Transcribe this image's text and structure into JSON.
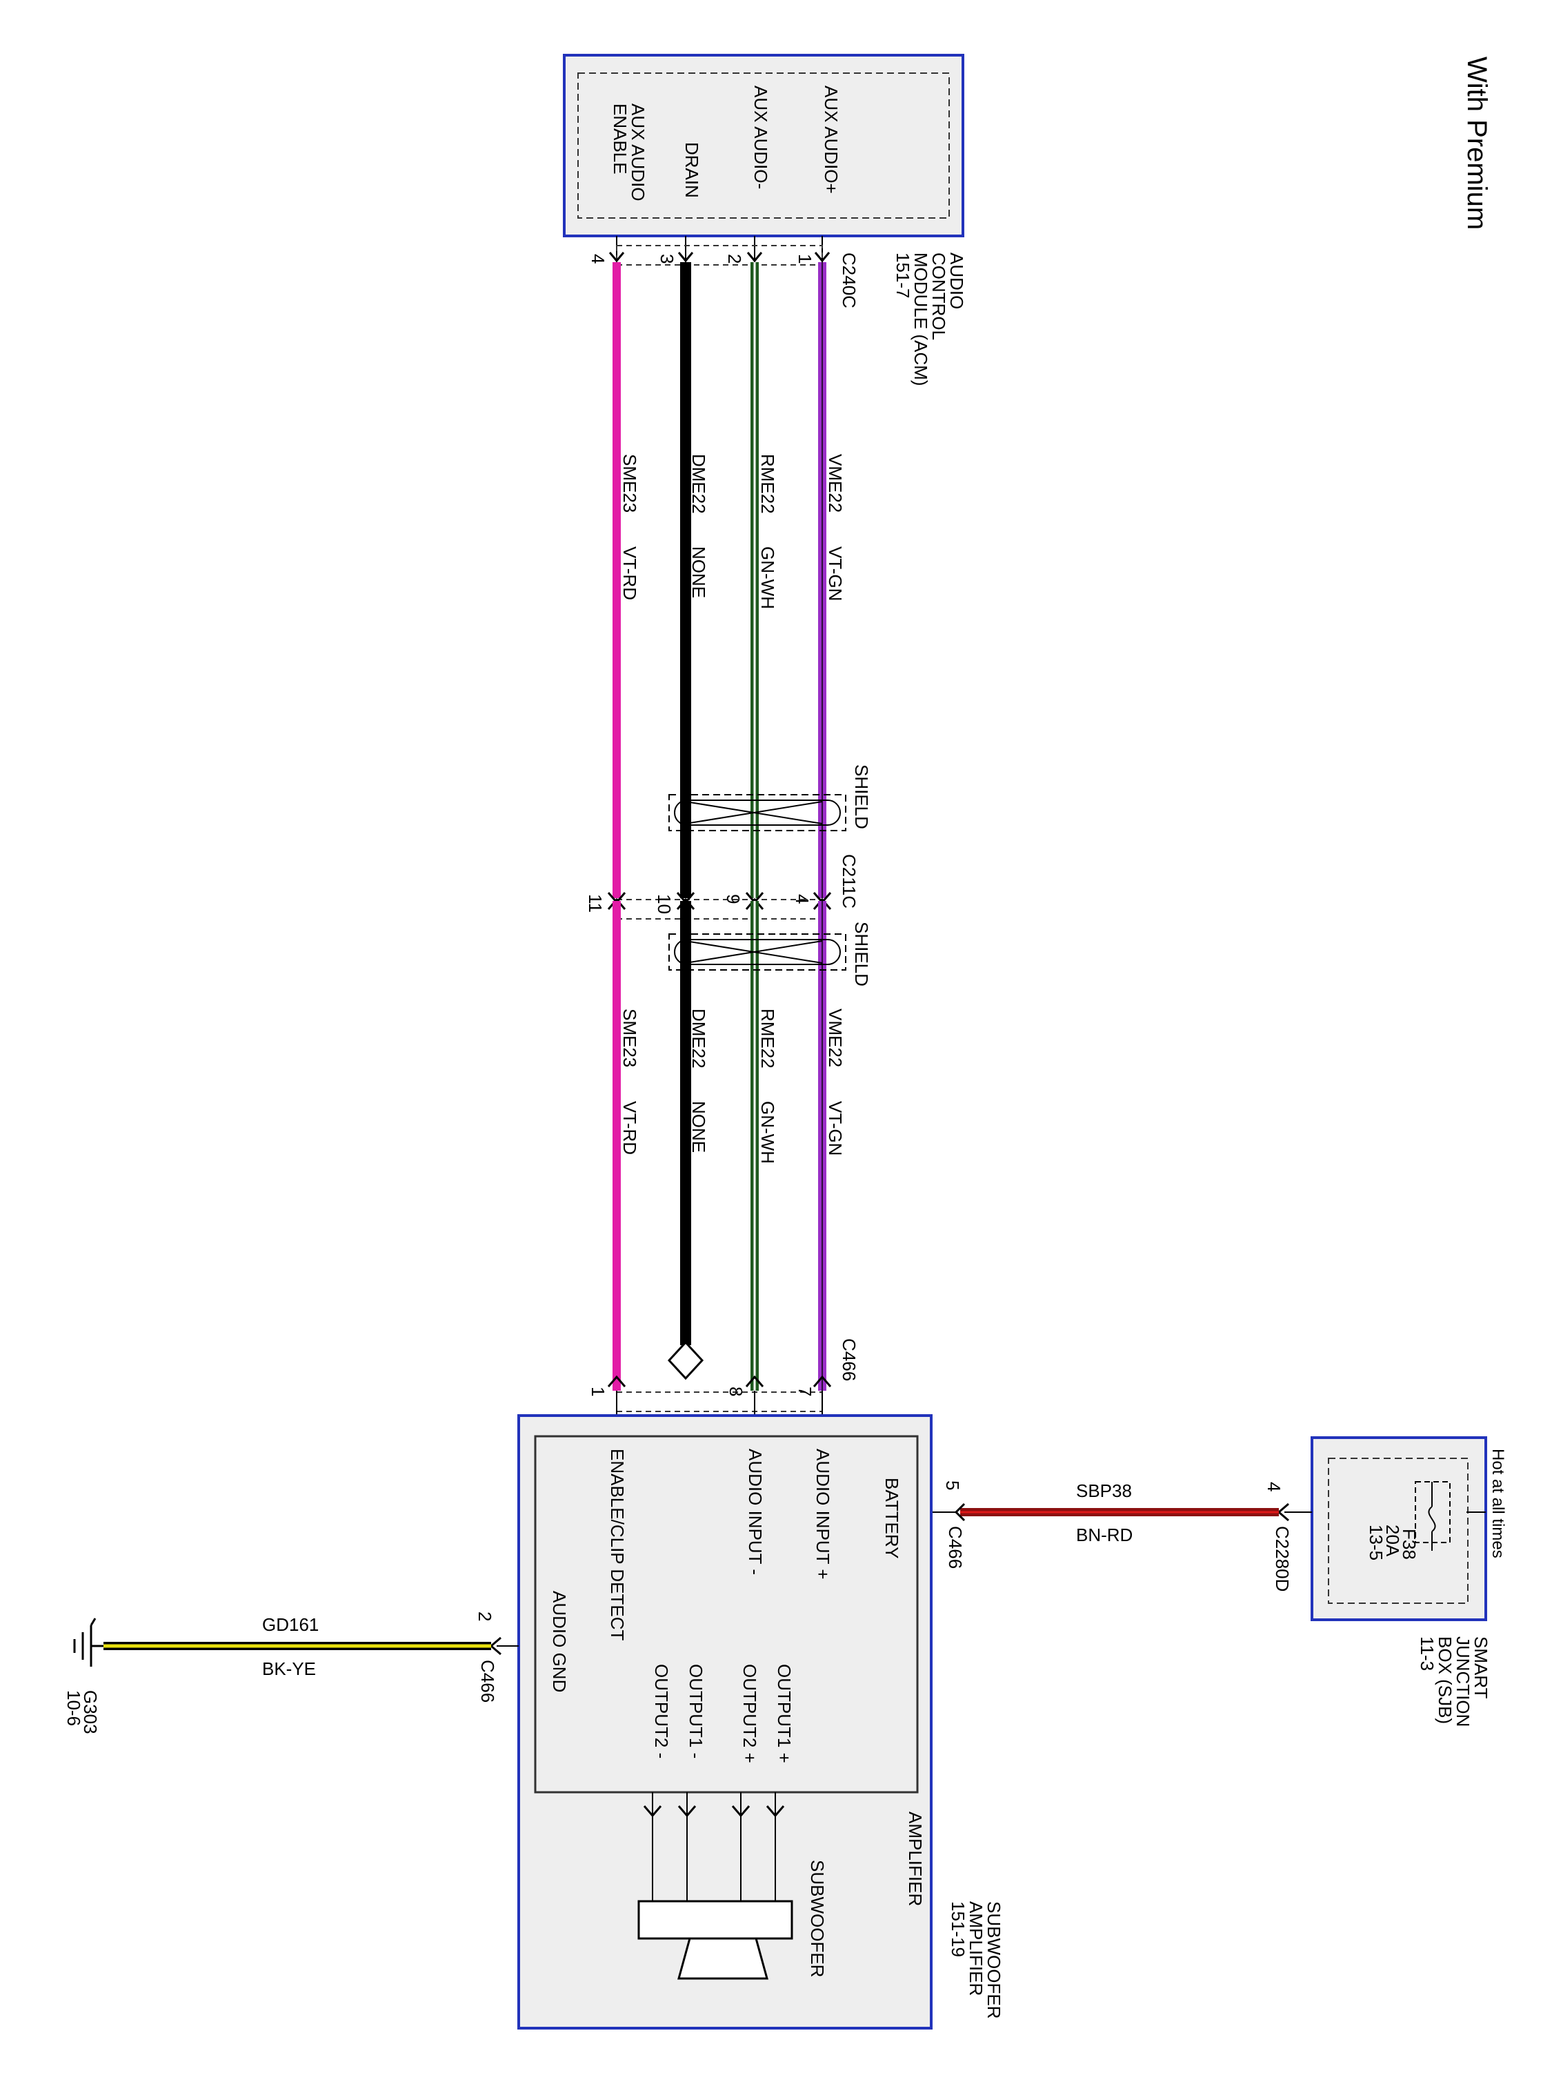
{
  "page_title": "With Premium",
  "colors": {
    "module_border": "#2233bb",
    "module_fill": "#eeeeee",
    "wire_vt_gn": "#9b30c8",
    "wire_gn_wh": "#1f5a1f",
    "wire_none": "#000000",
    "wire_vt_rd": "#e21ca6",
    "wire_bn_rd": "#8b1010",
    "wire_bk_ye": "#e8e010"
  },
  "acm": {
    "name_lines": [
      "AUDIO",
      "CONTROL",
      "MODULE (ACM)",
      "151-7"
    ],
    "connector": "C240C",
    "pins": [
      {
        "number": "1",
        "label": "AUX AUDIO+"
      },
      {
        "number": "2",
        "label": "AUX AUDIO-"
      },
      {
        "number": "3",
        "label": "DRAIN"
      },
      {
        "number": "4",
        "label_lines": [
          "AUX AUDIO",
          "ENABLE"
        ]
      }
    ]
  },
  "wires_upper": [
    {
      "circuit": "VME22",
      "color": "VT-GN"
    },
    {
      "circuit": "RME22",
      "color": "GN-WH"
    },
    {
      "circuit": "DME22",
      "color": "NONE"
    },
    {
      "circuit": "SME23",
      "color": "VT-RD"
    }
  ],
  "shield_label": "SHIELD",
  "inline_connector": {
    "name": "C211C",
    "pins": [
      "4",
      "9",
      "10",
      "11"
    ]
  },
  "wires_lower": [
    {
      "circuit": "VME22",
      "color": "VT-GN"
    },
    {
      "circuit": "RME22",
      "color": "GN-WH"
    },
    {
      "circuit": "DME22",
      "color": "NONE"
    },
    {
      "circuit": "SME23",
      "color": "VT-RD"
    }
  ],
  "amp_connector": {
    "name": "C466",
    "pins": [
      "7",
      "8",
      "1"
    ]
  },
  "sjb": {
    "hot_label": "Hot at all times",
    "fuse": "F38",
    "fuse_rating": "20A",
    "fuse_ref": "13-5",
    "name_lines": [
      "SMART",
      "JUNCTION",
      "BOX (SJB)",
      "11-3"
    ],
    "connector": "C2280D",
    "pin": "4"
  },
  "battery_wire": {
    "circuit": "SBP38",
    "color": "BN-RD",
    "pin": "5",
    "connector": "C466"
  },
  "amplifier": {
    "name_lines": [
      "SUBWOOFER",
      "AMPLIFIER",
      "151-19"
    ],
    "inner_label": "AMPLIFIER",
    "battery_label": "BATTERY",
    "audio_in_plus": "AUDIO INPUT +",
    "audio_in_minus": "AUDIO INPUT -",
    "enable_label": "ENABLE/CLIP DETECT",
    "gnd_label": "AUDIO GND",
    "outputs": [
      "OUTPUT1 +",
      "OUTPUT2 +",
      "OUTPUT1 -",
      "OUTPUT2 -"
    ],
    "speaker_label": "SUBWOOFER"
  },
  "ground_wire": {
    "circuit": "GD161",
    "color": "BK-YE",
    "pin": "2",
    "connector": "C466"
  },
  "ground": {
    "name": "G303",
    "ref": "10-6"
  }
}
